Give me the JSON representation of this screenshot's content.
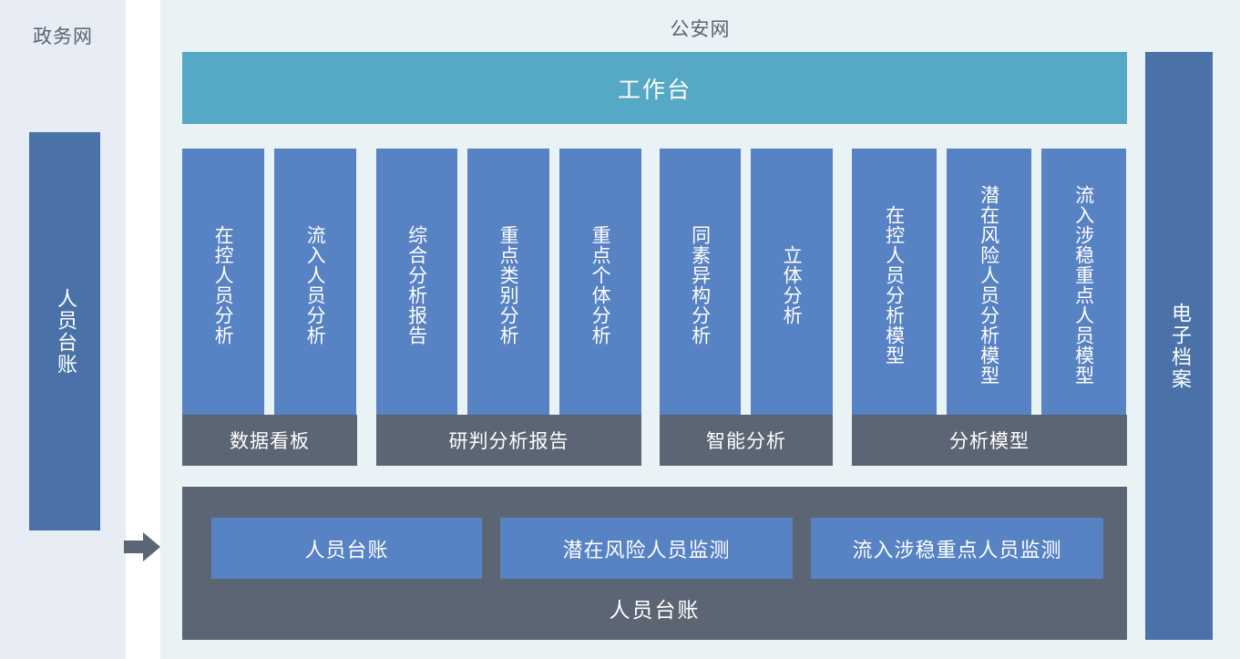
{
  "zones": {
    "government": {
      "title": "政务网",
      "card_label": "人员台账"
    },
    "police": {
      "title": "公安网"
    }
  },
  "arrow": {
    "icon": "arrow-right-icon",
    "color": "#5c6573"
  },
  "workbench": {
    "label": "工作台",
    "color": "#55a9c4"
  },
  "capability_groups": [
    {
      "label": "数据看板",
      "columns": [
        "在控人员分析",
        "流入人员分析"
      ]
    },
    {
      "label": "研判分析报告",
      "columns": [
        "综合分析报告",
        "重点类别分析",
        "重点个体分析"
      ]
    },
    {
      "label": "智能分析",
      "columns": [
        "同素异构分析",
        "立体分析"
      ]
    },
    {
      "label": "分析模型",
      "columns": [
        "在控人员分析模型",
        "潜在风险人员分析模型",
        "流入涉稳重点人员模型"
      ]
    }
  ],
  "ledger": {
    "caption": "人员台账",
    "tiles": [
      "人员台账",
      "潜在风险人员监测",
      "流入涉稳重点人员监测"
    ]
  },
  "archive": {
    "label": "电子档案"
  },
  "colors": {
    "gov_background": "#e8ecf4",
    "police_background": "#e9f2f5",
    "dark_blue_card": "#4a72a8",
    "blue_column": "#5782c3",
    "gray_band": "#5c6573",
    "teal_banner": "#55a9c4",
    "title_text": "#5a6472"
  }
}
